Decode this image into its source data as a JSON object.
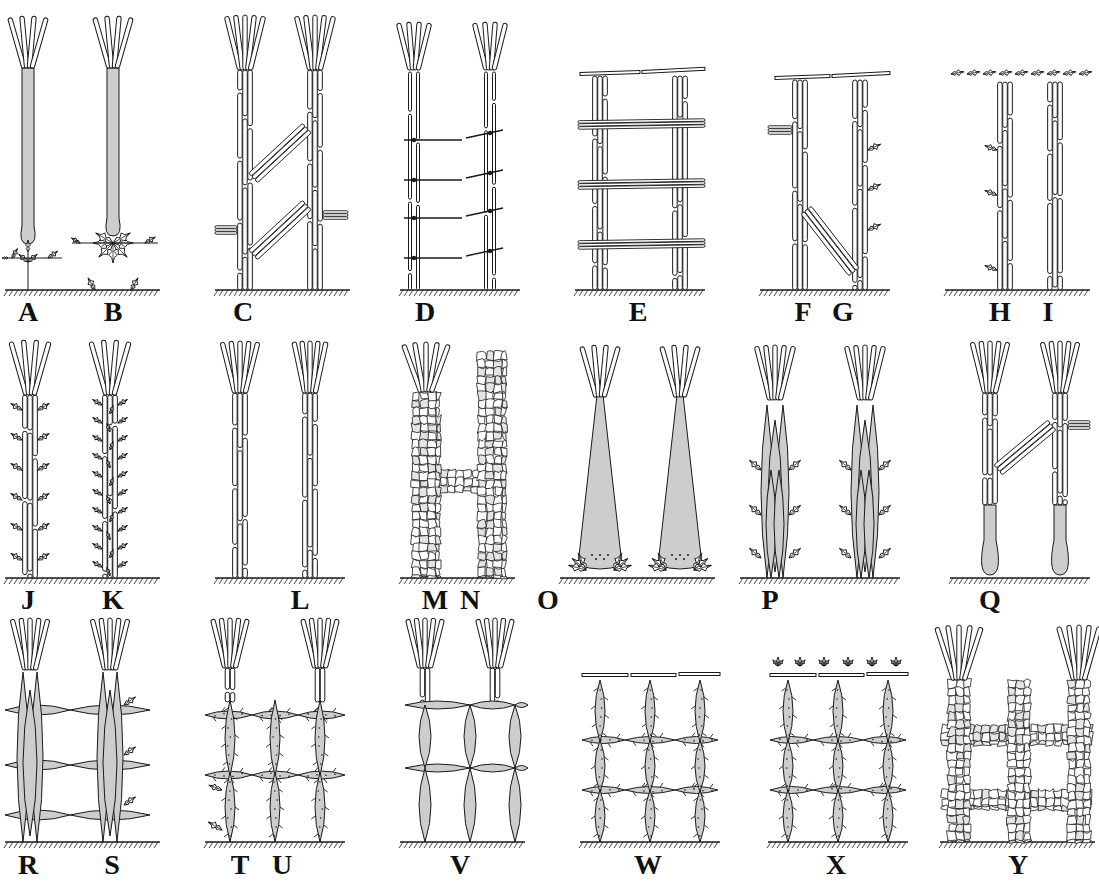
{
  "diagram": {
    "labels": [
      "A",
      "B",
      "C",
      "D",
      "E",
      "F",
      "G",
      "H",
      "I",
      "J",
      "K",
      "L",
      "M",
      "N",
      "O",
      "P",
      "Q",
      "R",
      "S",
      "T",
      "U",
      "V",
      "W",
      "X",
      "Y"
    ]
  }
}
